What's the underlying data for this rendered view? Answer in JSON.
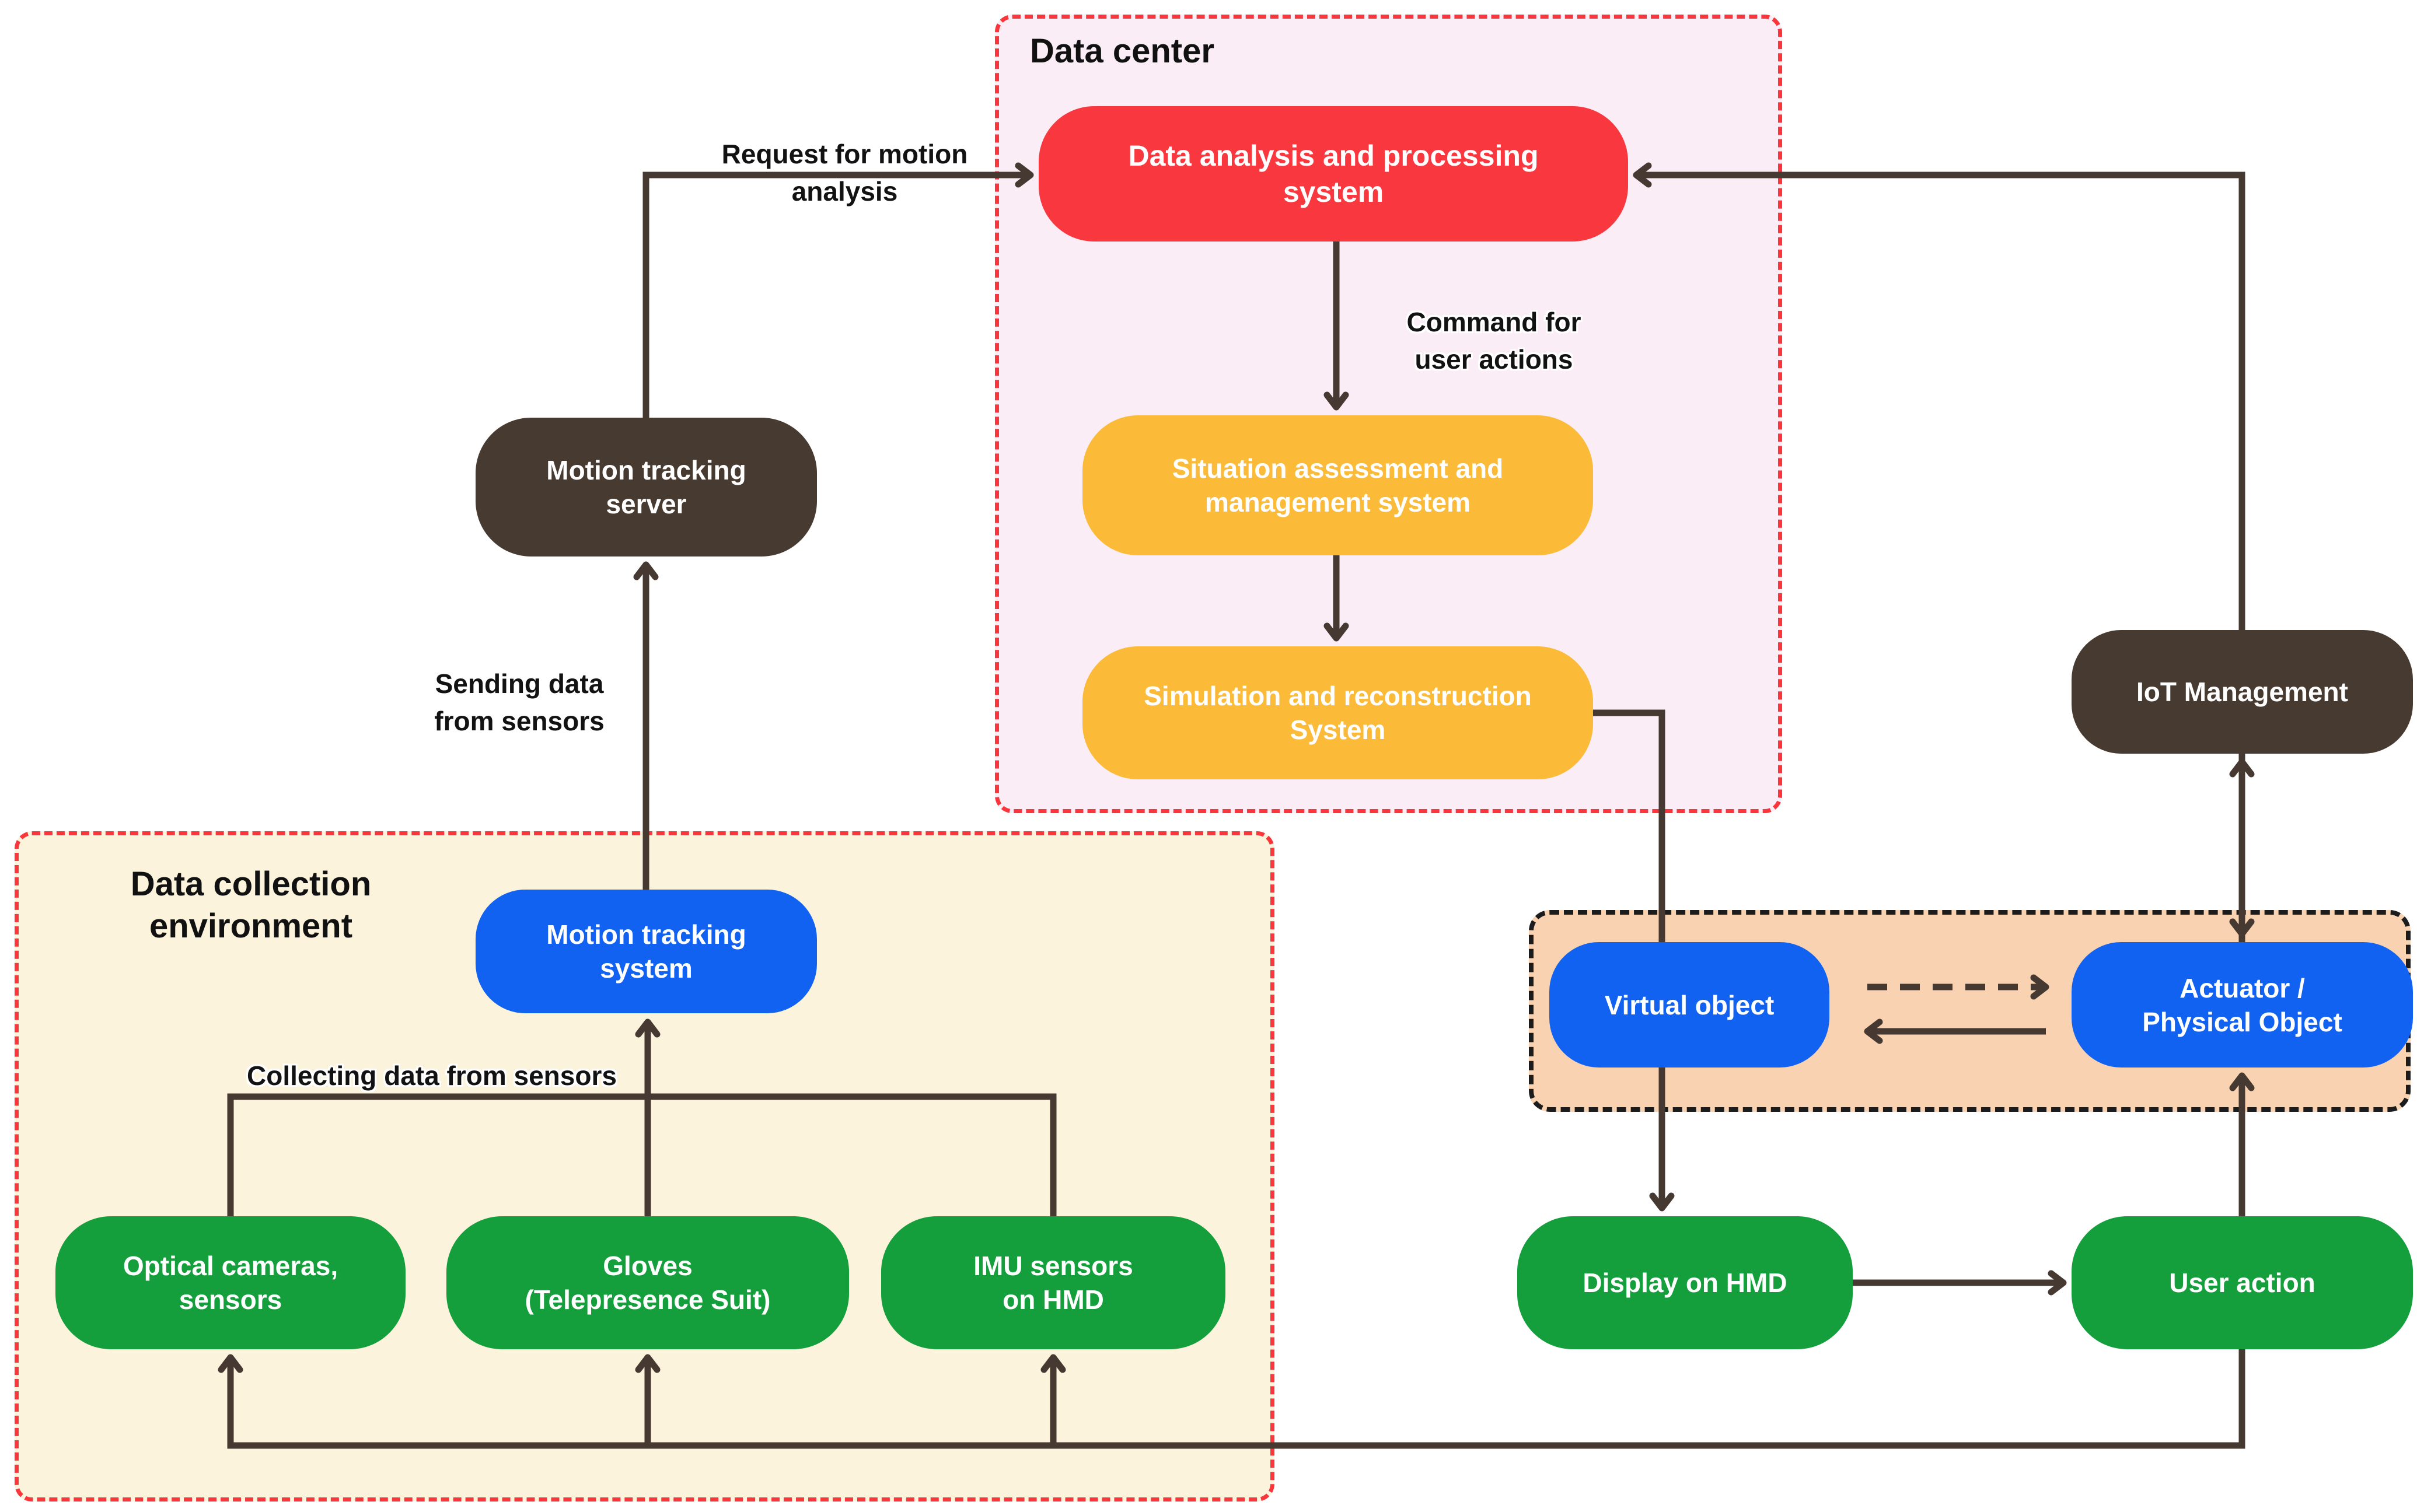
{
  "groups": {
    "data_center": {
      "title": "Data center"
    },
    "data_collection": {
      "title": "Data collection\nenvironment"
    }
  },
  "nodes": {
    "data_analysis": {
      "label": "Data analysis and processing\nsystem",
      "color": "#F8383E"
    },
    "situation": {
      "label": "Situation assessment and\nmanagement system",
      "color": "#FBBA37"
    },
    "simulation": {
      "label": "Simulation and reconstruction\nSystem",
      "color": "#FBBA37"
    },
    "motion_server": {
      "label": "Motion tracking\nserver",
      "color": "#473A31"
    },
    "motion_system": {
      "label": "Motion tracking\nsystem",
      "color": "#1262F2"
    },
    "optical": {
      "label": "Optical cameras,\nsensors",
      "color": "#149F3C"
    },
    "gloves": {
      "label": "Gloves\n(Telepresence Suit)",
      "color": "#149F3C"
    },
    "imu": {
      "label": "IMU sensors\non HMD",
      "color": "#149F3C"
    },
    "iot": {
      "label": "IoT Management",
      "color": "#473A31"
    },
    "virtual": {
      "label": "Virtual object",
      "color": "#1262F2"
    },
    "actuator": {
      "label": "Actuator /\nPhysical Object",
      "color": "#1262F2"
    },
    "display_hmd": {
      "label": "Display on HMD",
      "color": "#149F3C"
    },
    "user_action": {
      "label": "User action",
      "color": "#149F3C"
    }
  },
  "edge_labels": {
    "request": "Request for motion\nanalysis",
    "command": "Command for\nuser actions",
    "sending": "Sending data\nfrom sensors",
    "collecting": "Collecting data from sensors"
  },
  "edges": [
    {
      "from": "optical,gloves,imu",
      "to": "motion_system",
      "style": "solid",
      "label": "Collecting data from sensors"
    },
    {
      "from": "motion_system",
      "to": "motion_server",
      "style": "solid",
      "label": "Sending data from sensors"
    },
    {
      "from": "motion_server",
      "to": "data_analysis",
      "style": "solid",
      "label": "Request for motion analysis"
    },
    {
      "from": "data_analysis",
      "to": "situation",
      "style": "solid",
      "label": "Command for user actions"
    },
    {
      "from": "situation",
      "to": "simulation",
      "style": "solid"
    },
    {
      "from": "simulation",
      "to": "display_hmd",
      "style": "solid"
    },
    {
      "from": "display_hmd",
      "to": "user_action",
      "style": "solid"
    },
    {
      "from": "user_action",
      "to": "actuator",
      "style": "solid"
    },
    {
      "from": "actuator",
      "to": "iot",
      "style": "solid-bidirectional"
    },
    {
      "from": "iot",
      "to": "data_analysis",
      "style": "solid"
    },
    {
      "from": "user_action",
      "to": "optical,gloves,imu",
      "style": "solid"
    },
    {
      "from": "virtual",
      "to": "actuator",
      "style": "dashed"
    },
    {
      "from": "actuator",
      "to": "virtual",
      "style": "solid"
    }
  ],
  "colors": {
    "node_red": "#F8383E",
    "node_yellow": "#FBBA37",
    "node_green": "#149F3C",
    "node_blue": "#1262F2",
    "node_dark_brown": "#473A31",
    "arrow": "#463931",
    "group_border_red": "#F8363B",
    "group_border_black": "#1c1c1c",
    "data_center_fill": "#FAEDF6",
    "data_collection_fill": "#FBF3DC",
    "object_link_fill": "#F8D2B1",
    "label_text": "#121212",
    "node_text": "#ffffff"
  }
}
